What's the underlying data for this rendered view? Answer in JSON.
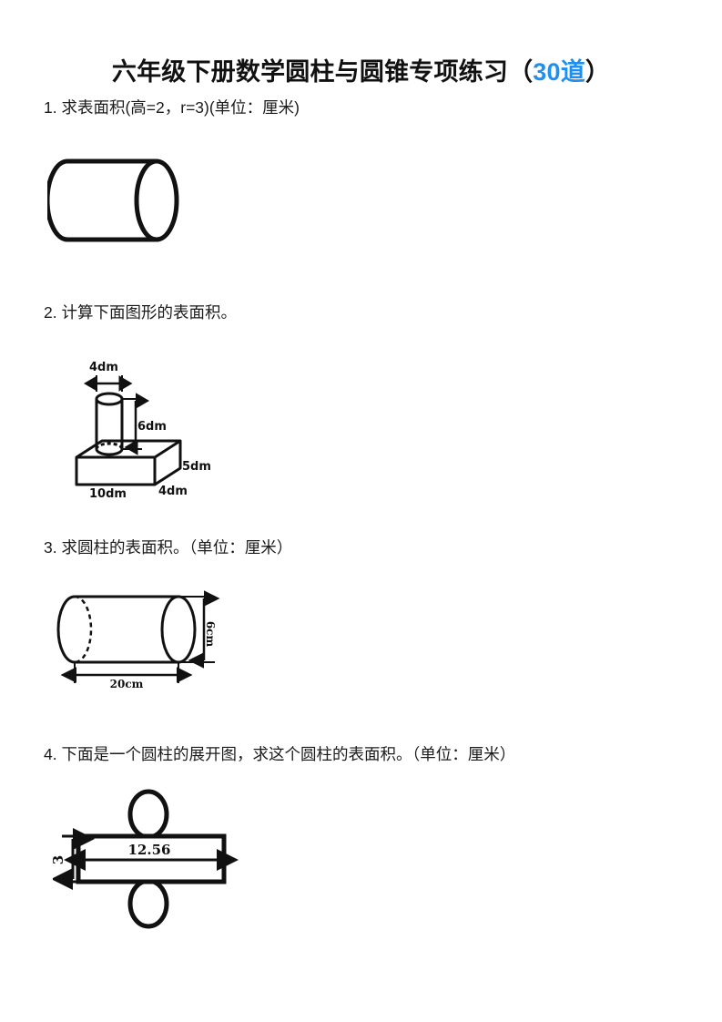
{
  "document": {
    "title_main": "六年级下册数学圆柱与圆锥专项练习",
    "title_paren_open": "（",
    "title_count": "30道",
    "title_paren_close": "）",
    "accent_color": "#1f90f0",
    "ink_color": "#111111",
    "page_background": "#ffffff"
  },
  "questions": [
    {
      "number": "1.",
      "text": "1. 求表面积(高=2，r=3)(单位：厘米)",
      "figure": {
        "name": "cylinder-horizontal-plain",
        "type": "cylinder",
        "labels": []
      }
    },
    {
      "number": "2.",
      "text": "2. 计算下面图形的表面积。",
      "figure": {
        "name": "cuboid-with-cylinder",
        "type": "composite-solid",
        "labels": [
          {
            "id": "cylinder-diameter",
            "value": "4dm"
          },
          {
            "id": "cylinder-height",
            "value": "6dm"
          },
          {
            "id": "box-height",
            "value": "5dm"
          },
          {
            "id": "box-depth",
            "value": "4dm"
          },
          {
            "id": "box-width",
            "value": "10dm"
          }
        ]
      }
    },
    {
      "number": "3.",
      "text": "3. 求圆柱的表面积。（单位：厘米）",
      "figure": {
        "name": "cylinder-with-dimensions",
        "type": "cylinder",
        "labels": [
          {
            "id": "cylinder-diameter",
            "value": "6cm"
          },
          {
            "id": "cylinder-length",
            "value": "20cm"
          }
        ]
      }
    },
    {
      "number": "4.",
      "text": "4. 下面是一个圆柱的展开图，求这个圆柱的表面积。（单位：厘米）",
      "figure": {
        "name": "cylinder-net-unfolded",
        "type": "net",
        "labels": [
          {
            "id": "rect-width",
            "value": "12.56"
          },
          {
            "id": "rect-height",
            "value": "3"
          }
        ]
      }
    }
  ]
}
